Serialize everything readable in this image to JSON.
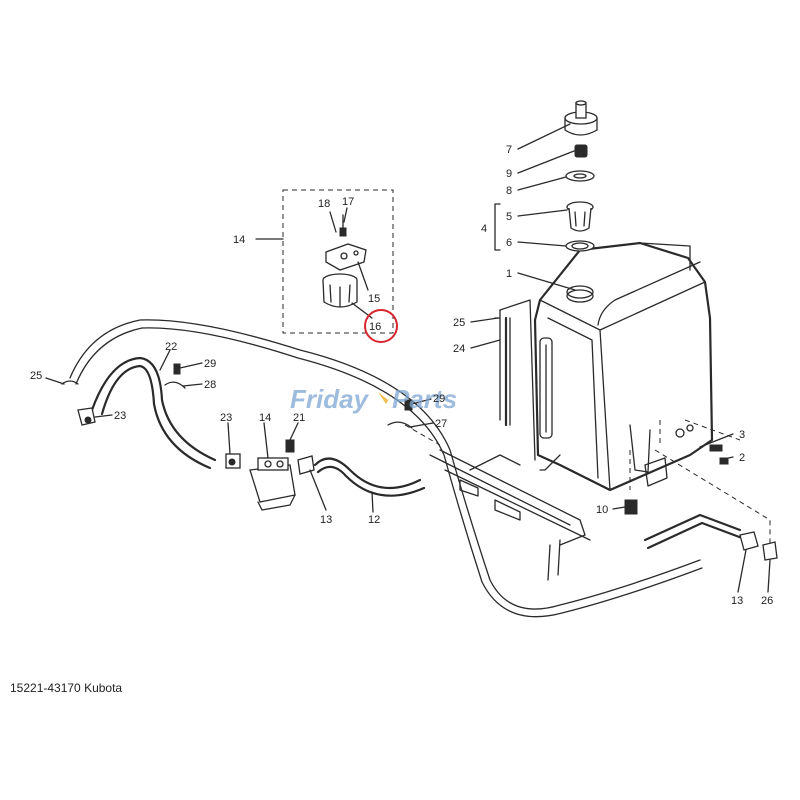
{
  "caption": "15221-43170 Kubota",
  "watermark": {
    "part1": "Friday",
    "part2": "Parts",
    "color_blue": "#7ea6d4",
    "color_accent": "#f3b73d"
  },
  "highlight": {
    "part_number": "16",
    "color": "#d9262e"
  },
  "labels": {
    "p1": "1",
    "p2": "2",
    "p3": "3",
    "p4": "4",
    "p5": "5",
    "p6": "6",
    "p7": "7",
    "p8": "8",
    "p9": "9",
    "p10": "10",
    "p12": "12",
    "p13a": "13",
    "p13b": "13",
    "p14a": "14",
    "p14b": "14",
    "p15": "15",
    "p16": "16",
    "p17": "17",
    "p18": "18",
    "p21": "21",
    "p22": "22",
    "p23a": "23",
    "p23b": "23",
    "p24": "24",
    "p25a": "25",
    "p25b": "25",
    "p26": "26",
    "p27": "27",
    "p28": "28",
    "p29a": "29",
    "p29b": "29"
  }
}
